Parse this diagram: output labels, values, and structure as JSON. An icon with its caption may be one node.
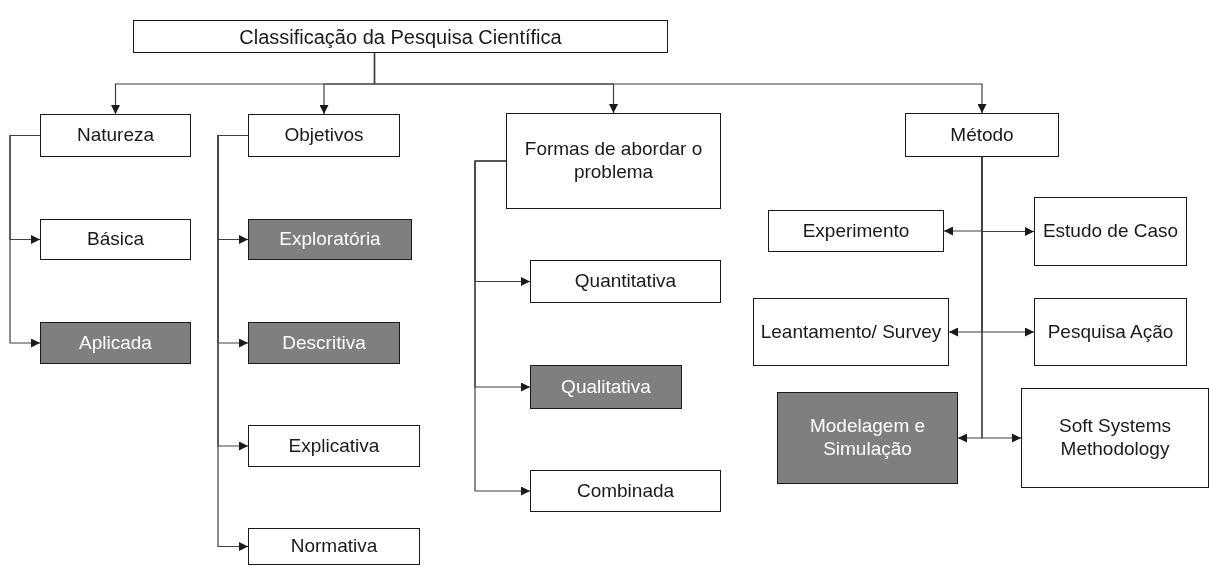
{
  "diagram": {
    "nodes": [
      {
        "text": [
          "Classificação da Pesquisa Científica"
        ]
      },
      {
        "text": [
          "Natureza"
        ]
      },
      {
        "text": [
          "Objetivos"
        ]
      },
      {
        "text": [
          "Formas de abordar o problema"
        ]
      },
      {
        "text": [
          "Método"
        ]
      },
      {
        "text": [
          "Básica"
        ]
      },
      {
        "text": [
          "Aplicada"
        ]
      },
      {
        "text": [
          "Exploratória"
        ]
      },
      {
        "text": [
          "Descritiva"
        ]
      },
      {
        "text": [
          "Explicativa"
        ]
      },
      {
        "text": [
          "Normativa"
        ]
      },
      {
        "text": [
          "Quantitativa"
        ]
      },
      {
        "text": [
          "Qualitativa"
        ]
      },
      {
        "text": [
          "Combinada"
        ]
      },
      {
        "text": [
          "Experimento"
        ]
      },
      {
        "text": [
          "Estudo de Caso"
        ]
      },
      {
        "text": [
          "Leantamento/ Survey"
        ]
      },
      {
        "text": [
          "Pesquisa Ação"
        ]
      },
      {
        "text": [
          "Modelagem e Simulação"
        ]
      },
      {
        "text": [
          "Soft Systems Methodology"
        ]
      }
    ],
    "edges": [
      {
        "from": 0,
        "to": 1,
        "arrow": "to"
      },
      {
        "from": 0,
        "to": 2,
        "arrow": "to"
      },
      {
        "from": 0,
        "to": 3,
        "arrow": "to"
      },
      {
        "from": 0,
        "to": 4,
        "arrow": "to"
      },
      {
        "from": 1,
        "to": 5,
        "arrow": "to"
      },
      {
        "from": 1,
        "to": 6,
        "arrow": "to"
      },
      {
        "from": 2,
        "to": 7,
        "arrow": "to"
      },
      {
        "from": 2,
        "to": 8,
        "arrow": "to"
      },
      {
        "from": 2,
        "to": 9,
        "arrow": "to"
      },
      {
        "from": 2,
        "to": 10,
        "arrow": "to"
      },
      {
        "from": 3,
        "to": 11,
        "arrow": "to"
      },
      {
        "from": 3,
        "to": 12,
        "arrow": "to"
      },
      {
        "from": 3,
        "to": 13,
        "arrow": "to"
      },
      {
        "from": 4,
        "to": 14,
        "arrow": "to"
      },
      {
        "from": 4,
        "to": 15,
        "arrow": "to"
      },
      {
        "from": 4,
        "to": 16,
        "arrow": "to"
      },
      {
        "from": 4,
        "to": 17,
        "arrow": "to"
      },
      {
        "from": 4,
        "to": 18,
        "arrow": "to"
      },
      {
        "from": 4,
        "to": 19,
        "arrow": "to"
      }
    ]
  }
}
